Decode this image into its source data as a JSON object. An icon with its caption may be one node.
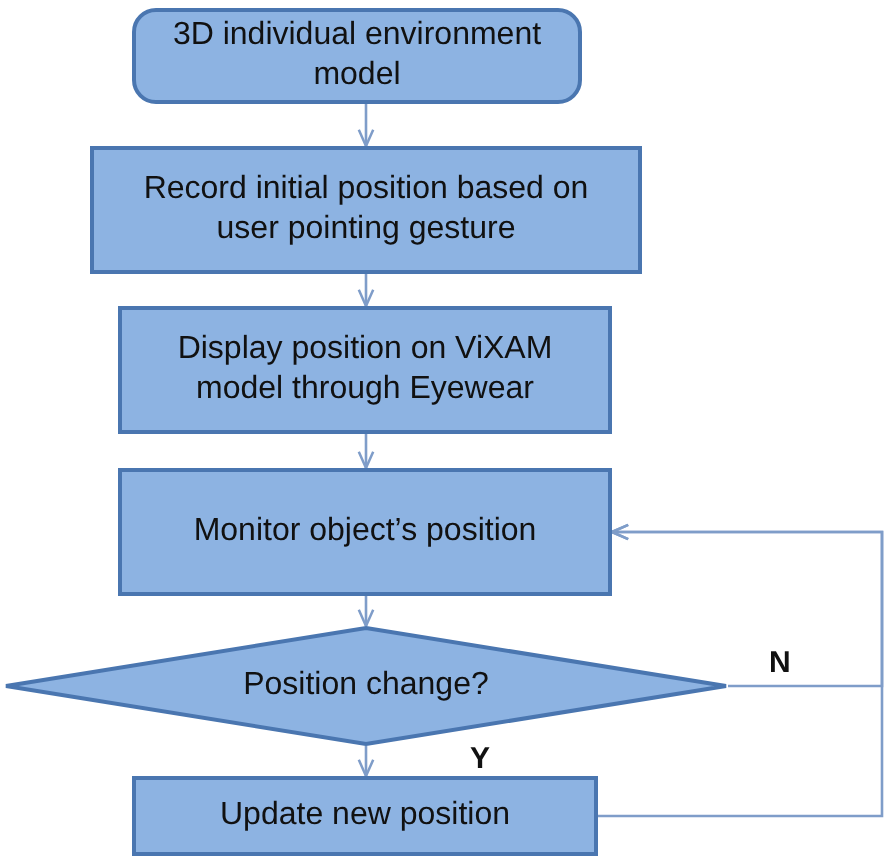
{
  "diagram": {
    "nodes": [
      {
        "text": [
          "3D individual environment model"
        ]
      },
      {
        "text": [
          "Record initial position based on user pointing gesture"
        ]
      },
      {
        "text": [
          "Display position on ViXAM model through Eyewear"
        ]
      },
      {
        "text": [
          "Monitor object’s position"
        ]
      },
      {
        "text": [
          "Position change?"
        ]
      },
      {
        "text": [
          "Update new position"
        ]
      }
    ],
    "edges": [
      {
        "from": 0,
        "to": 1,
        "arrow": "to"
      },
      {
        "from": 1,
        "to": 2,
        "arrow": "to"
      },
      {
        "from": 2,
        "to": 3,
        "arrow": "to"
      },
      {
        "from": 3,
        "to": 4,
        "arrow": "to"
      },
      {
        "from": 4,
        "to": 5,
        "arrow": "to",
        "label": "Y"
      },
      {
        "from": 4,
        "to": 3,
        "arrow": "to",
        "label": "N"
      },
      {
        "from": 5,
        "to": 3,
        "arrow": "to"
      }
    ]
  }
}
